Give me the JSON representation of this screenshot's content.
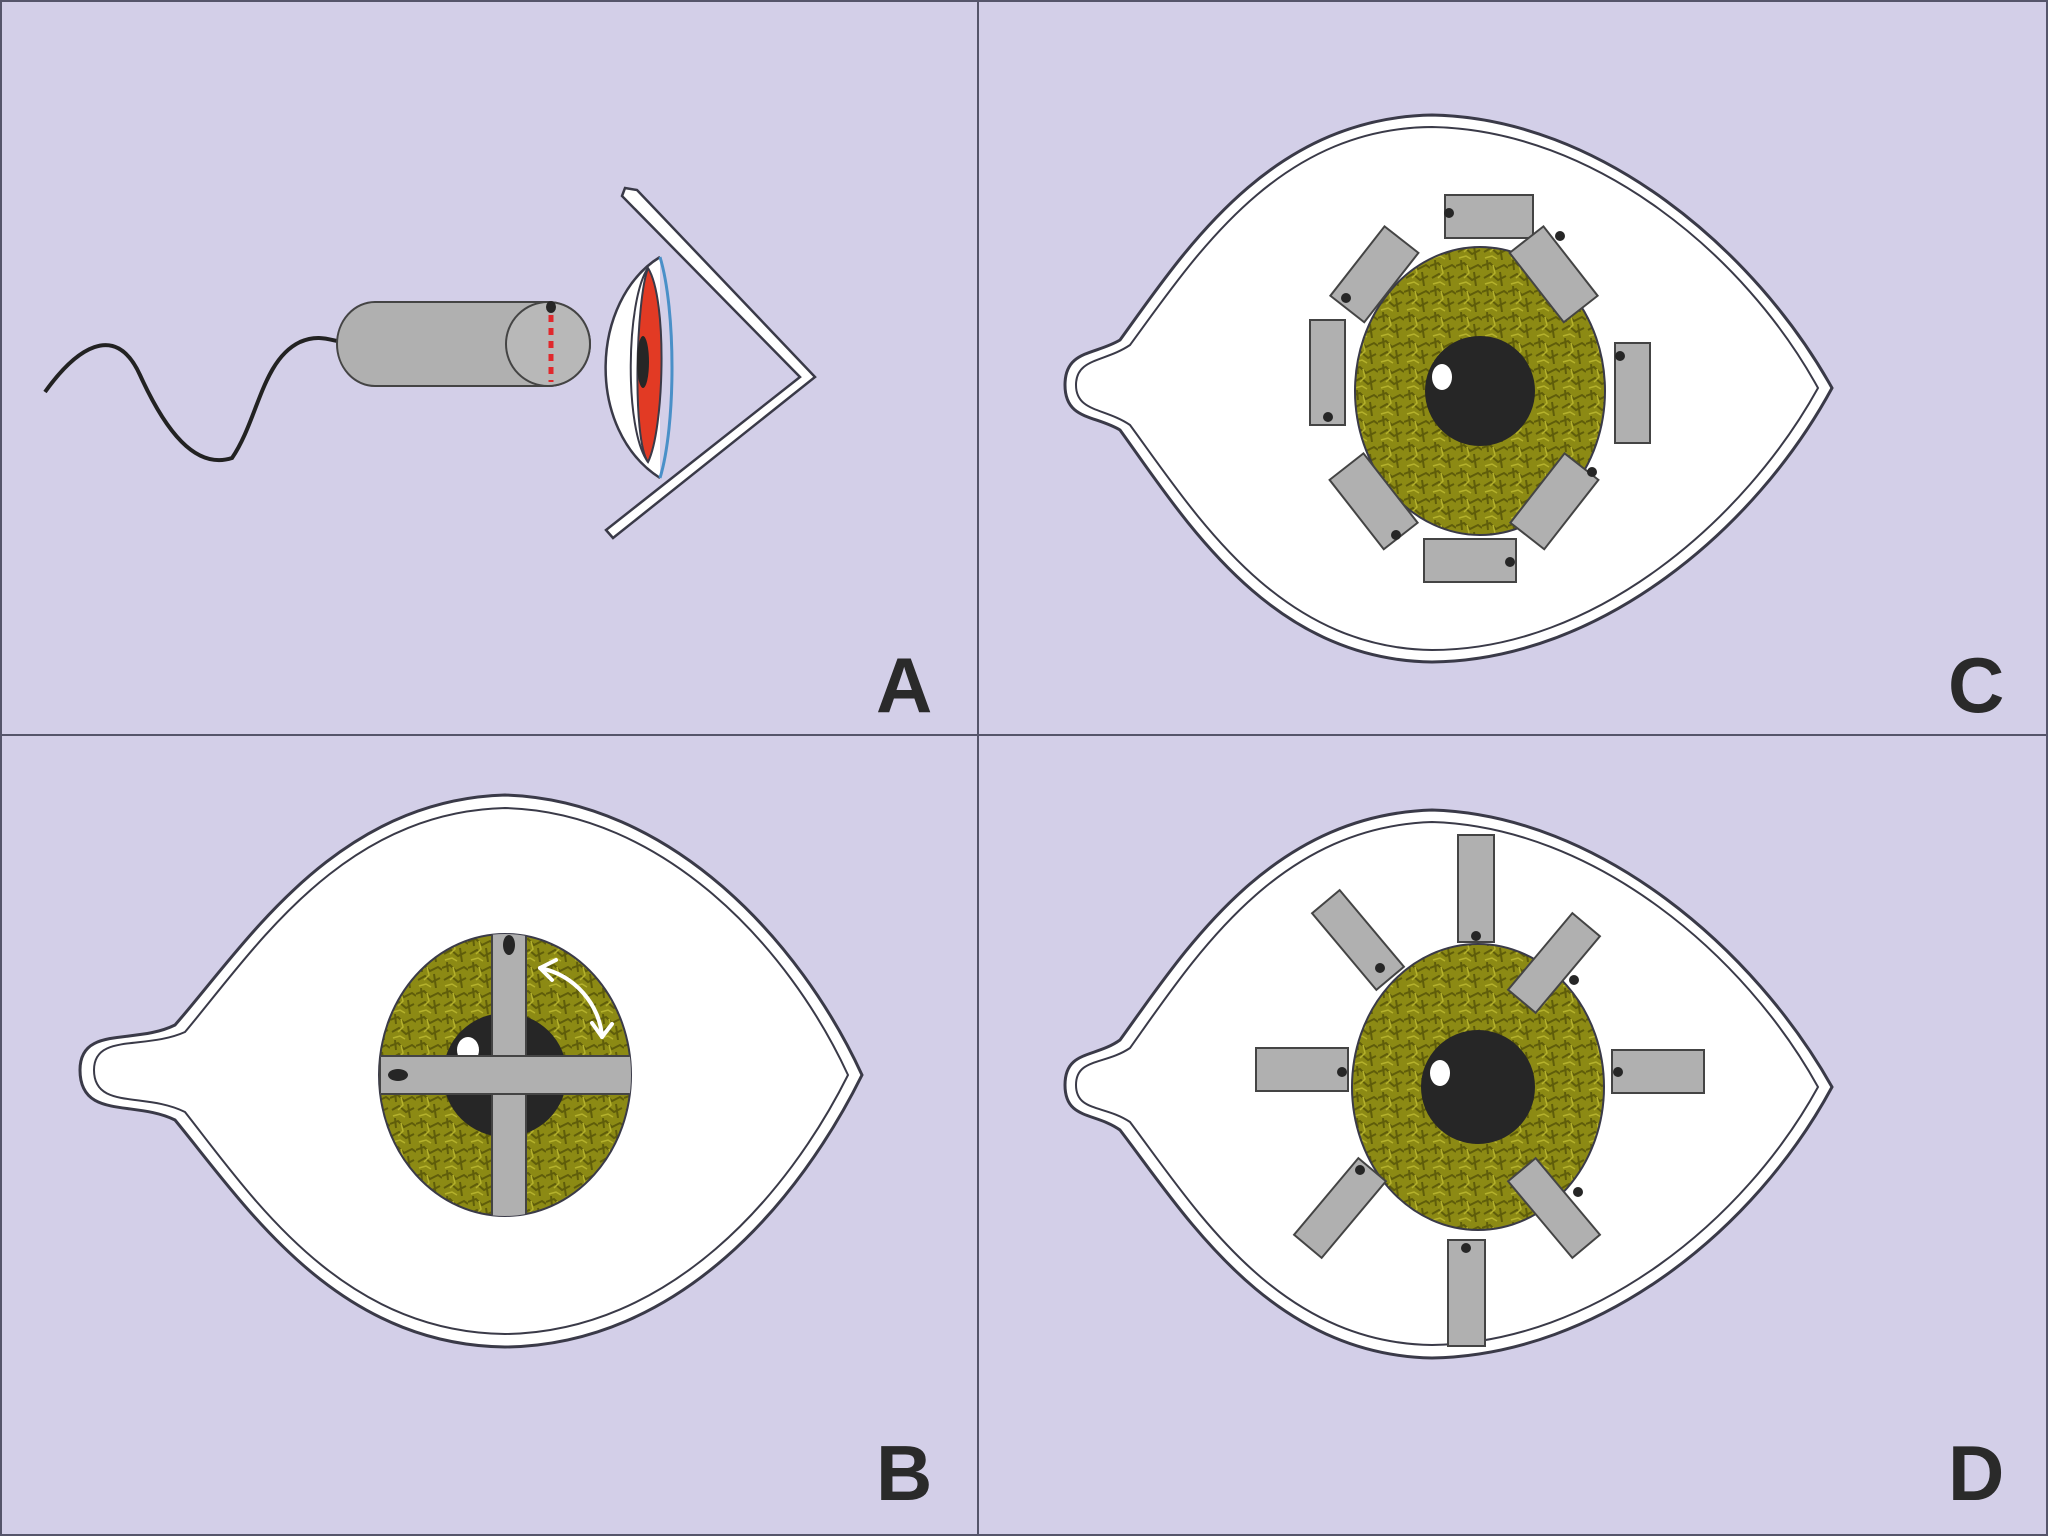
{
  "figure": {
    "panels": [
      {
        "id": "A",
        "label": "A"
      },
      {
        "id": "B",
        "label": "B"
      },
      {
        "id": "C",
        "label": "C"
      },
      {
        "id": "D",
        "label": "D"
      }
    ],
    "colors": {
      "background": "#d3cfe8",
      "divider": "#55556a",
      "eye_white": "#ffffff",
      "eye_outline": "#3a3a48",
      "iris": "#8c8a14",
      "iris_dark": "#5f5d0a",
      "pupil": "#262626",
      "highlight": "#ffffff",
      "gray_block": "#b0b0b0",
      "block_outline": "#444444",
      "marker_dot": "#262626",
      "cornea_red": "#e23a24",
      "cornea_blue": "#4a90c8",
      "laser_dash": "#e0282c",
      "cable": "#222222",
      "arrow": "#ffffff"
    },
    "icons": [
      "probe-icon",
      "cable-icon",
      "rotation-arrow-icon",
      "eye-icon"
    ]
  }
}
